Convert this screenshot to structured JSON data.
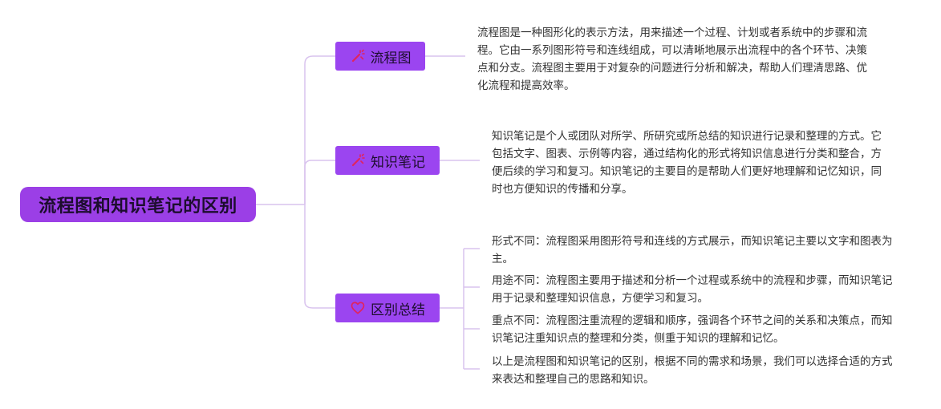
{
  "title": "流程图和知识笔记的区别",
  "branches": [
    {
      "label": "流程图",
      "icon": "magic-wand-icon",
      "text": "流程图是一种图形化的表示方法，用来描述一个过程、计划或者系统中的步骤和流程。它由一系列图形符号和连线组成，可以清晰地展示出流程中的各个环节、决策点和分支。流程图主要用于对复杂的问题进行分析和解决，帮助人们理清思路、优化流程和提高效率。"
    },
    {
      "label": "知识笔记",
      "icon": "magic-wand-icon",
      "text": "知识笔记是个人或团队对所学、所研究或所总结的知识进行记录和整理的方式。它包括文字、图表、示例等内容，通过结构化的形式将知识信息进行分类和整合，方便后续的学习和复习。知识笔记的主要目的是帮助人们更好地理解和记忆知识，同时也方便知识的传播和分享。"
    },
    {
      "label": "区别总结",
      "icon": "heart-icon",
      "items": [
        "形式不同：流程图采用图形符号和连线的方式展示，而知识笔记主要以文字和图表为主。",
        "用途不同：流程图主要用于描述和分析一个过程或系统中的流程和步骤，而知识笔记用于记录和整理知识信息，方便学习和复习。",
        "重点不同：流程图注重流程的逻辑和顺序，强调各个环节之间的关系和决策点，而知识笔记注重知识点的整理和分类，侧重于知识的理解和记忆。",
        "以上是流程图和知识笔记的区别，根据不同的需求和场景，我们可以选择合适的方式来表达和整理自己的思路和知识。"
      ]
    }
  ],
  "colors": {
    "root_fill": "#9b3fe6",
    "branch_fill": "#9b45f0",
    "connector": "#d9c3ee",
    "icon_accent": "#e0245e"
  }
}
